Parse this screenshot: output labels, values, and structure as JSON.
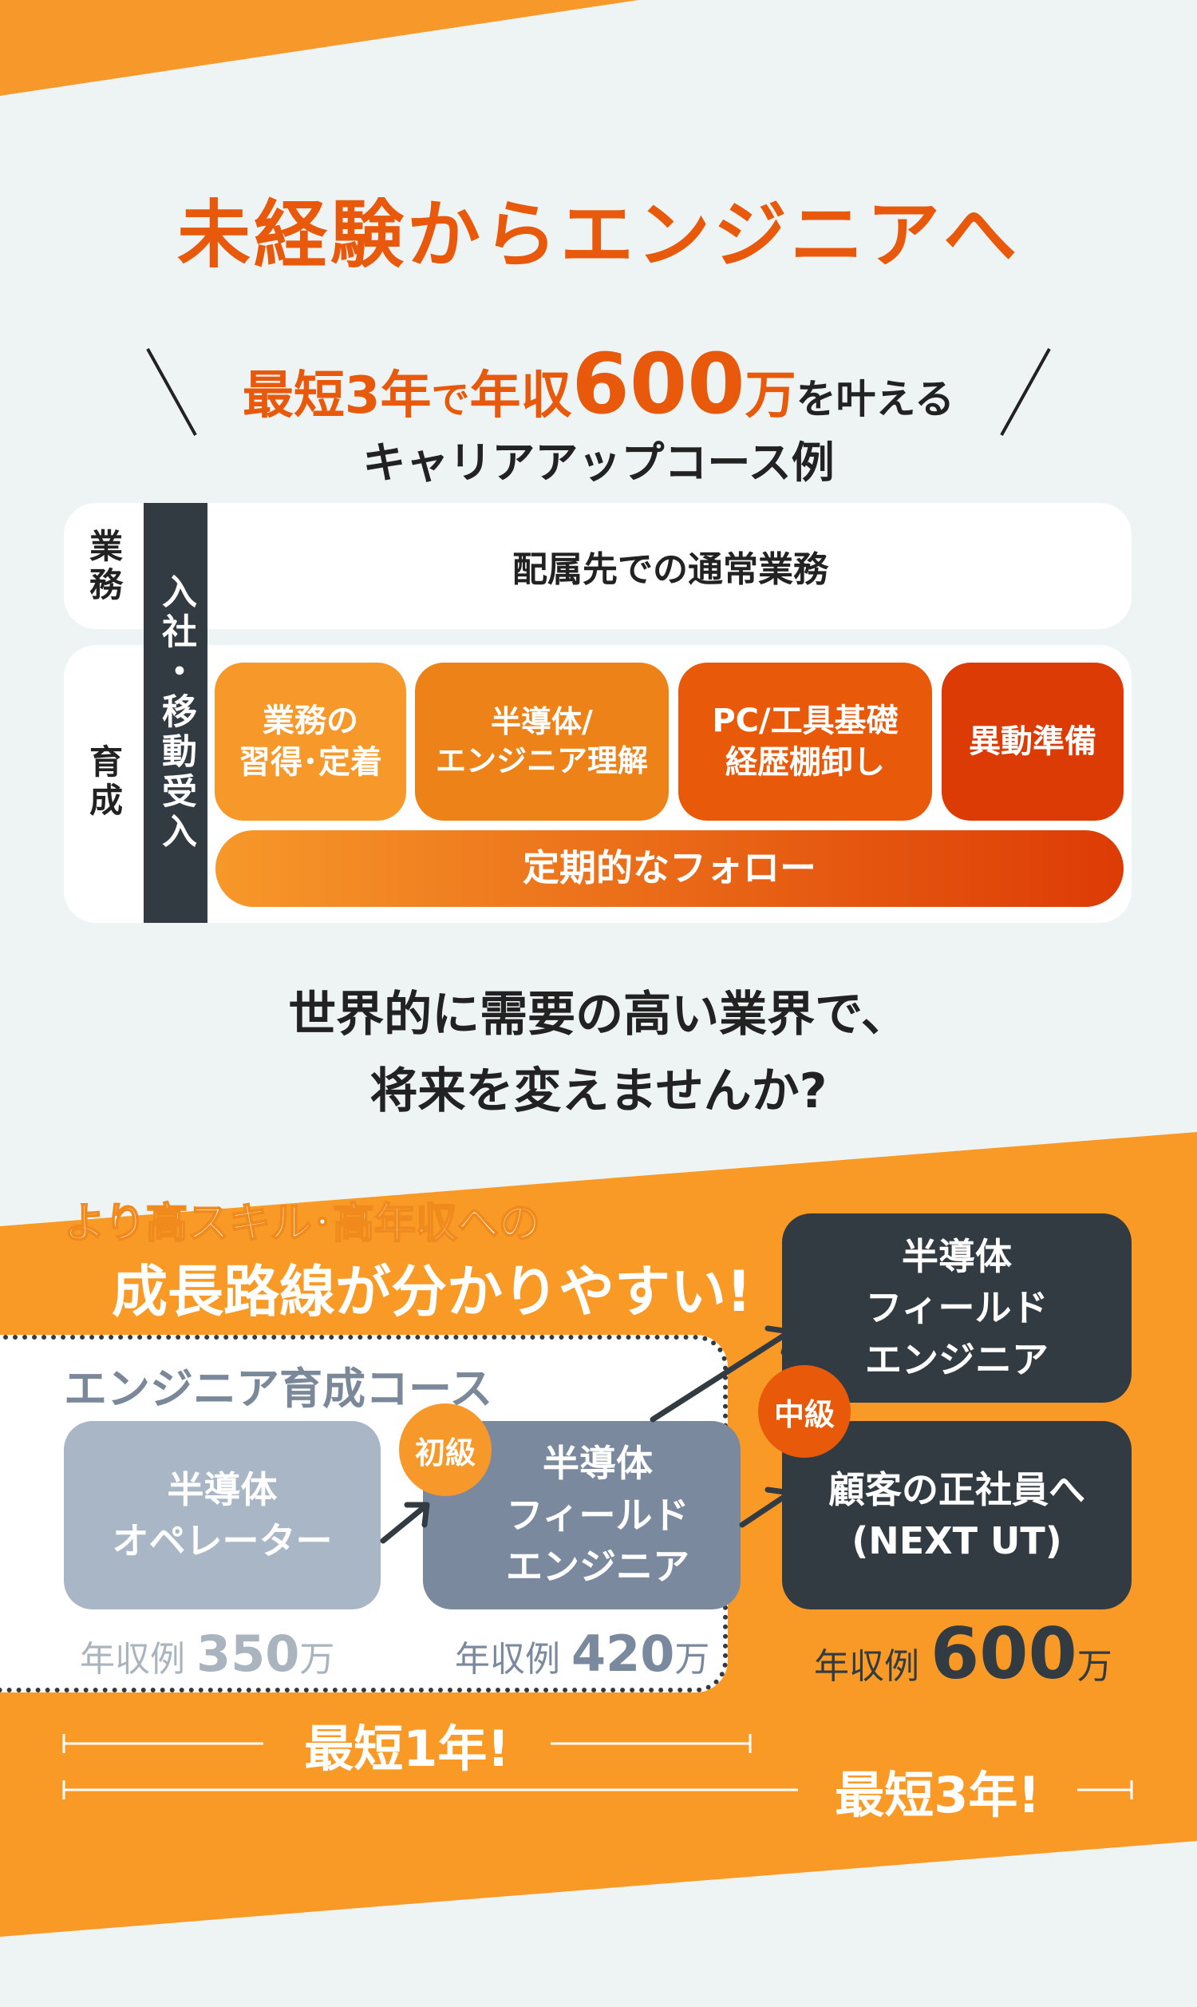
{
  "title": "未経験からエンジニアへ",
  "headline": {
    "part1": "最短3年",
    "part2": "で",
    "part3": "年収",
    "amount": "600",
    "unit": "万",
    "part4": "を叶える",
    "line2": "キャリアアップコース例"
  },
  "schedule": {
    "work_label": "業務",
    "training_label": "育成",
    "entry_label": "入社・移動受入",
    "work_content": "配属先での通常業務",
    "steps": [
      {
        "label": "業務の\n習得･定着",
        "color": "#f7982a"
      },
      {
        "label": "半導体/\nエンジニア理解",
        "color": "#ec8218"
      },
      {
        "label": "PC/工具基礎\n経歴棚卸し",
        "color": "#e85a0a"
      },
      {
        "label": "異動準備",
        "color": "#dd3b05"
      }
    ],
    "follow": "定期的なフォロー"
  },
  "question": {
    "line1": "世界的に需要の高い業界で、",
    "line2": "将来を変えませんか?"
  },
  "growth": {
    "tagline1": "より高スキル･高年収への",
    "tagline2": "成長路線が分かりやすい!",
    "course_title": "エンジニア育成コース",
    "box1": "半導体\nオペレーター",
    "box2": "半導体\nフィールド\nエンジニア",
    "box3": "半導体\nフィールド\nエンジニア",
    "box4": "顧客の正社員へ\n(NEXT UT)",
    "badge_beginner": "初級",
    "badge_mid": "中級",
    "salary_prefix": "年収例",
    "salary1": "350",
    "salary2": "420",
    "salary3": "600",
    "salary_unit": "万",
    "timeline1": "最短1年!",
    "timeline2": "最短3年!"
  },
  "colors": {
    "accent": "#e8590c",
    "orange": "#f7982a",
    "dark": "#333b42",
    "background": "#eef3f3"
  }
}
